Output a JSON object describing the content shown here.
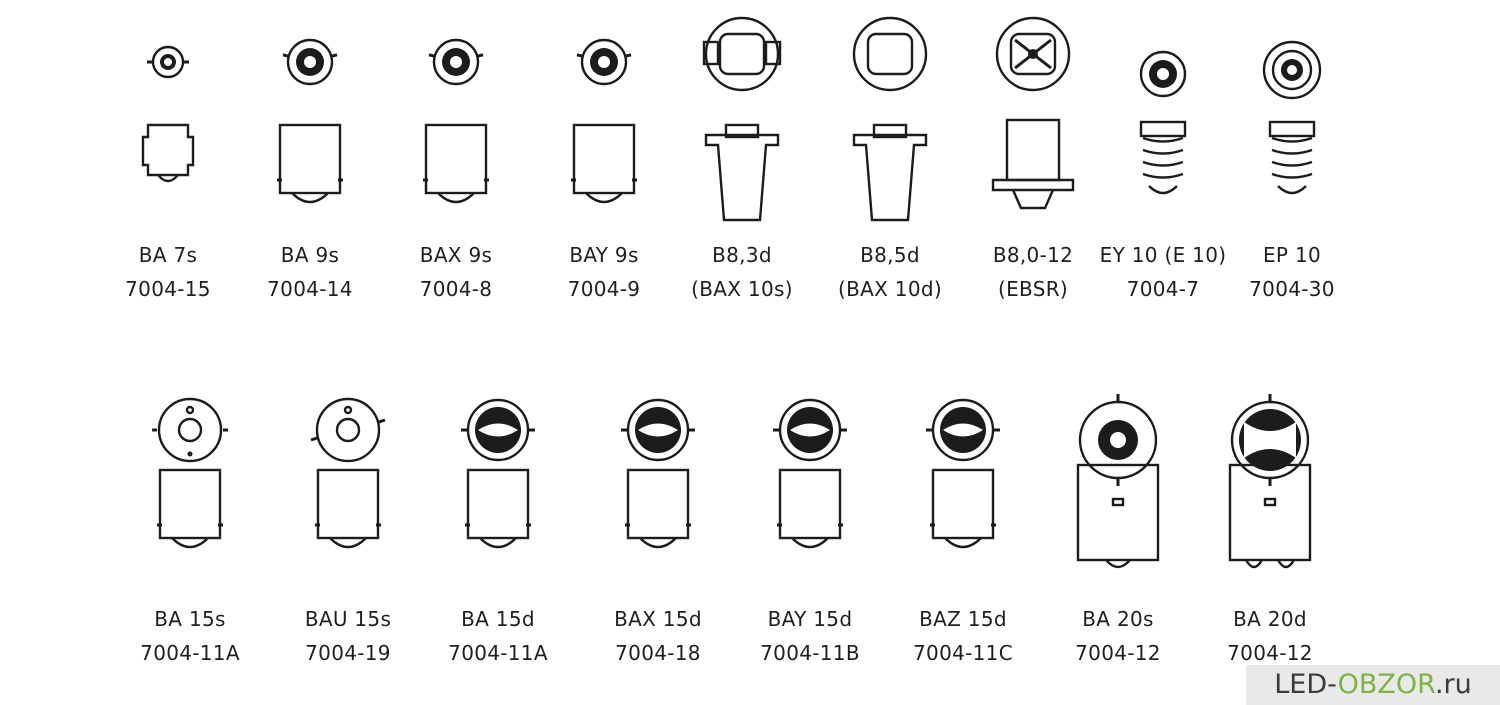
{
  "lamps": [
    {
      "code": "BA 7s",
      "number": "7004-15",
      "top": "ring-small",
      "side": "small-step"
    },
    {
      "code": "BA 9s",
      "number": "7004-14",
      "top": "ring",
      "side": "bulb"
    },
    {
      "code": "BAX 9s",
      "number": "7004-8",
      "top": "ring",
      "side": "bulb"
    },
    {
      "code": "BAY 9s",
      "number": "7004-9",
      "top": "ring",
      "side": "bulb"
    },
    {
      "code": "B8,3d",
      "number": "(BAX 10s)",
      "top": "wedge-a",
      "side": "wedge"
    },
    {
      "code": "B8,5d",
      "number": "(BAX 10d)",
      "top": "wedge-b",
      "side": "wedge"
    },
    {
      "code": "B8,0-12",
      "number": "(EBSR)",
      "top": "wedge-c",
      "side": "ebsr"
    },
    {
      "code": "EY 10 (E 10)",
      "number": "7004-7",
      "top": "screw-ring",
      "side": "screw"
    },
    {
      "code": "EP 10",
      "number": "7004-30",
      "top": "screw-ring2",
      "side": "screw"
    },
    {
      "code": "BA 15s",
      "number": "7004-11A",
      "top": "ring-plain",
      "side": "bulb"
    },
    {
      "code": "BAU 15s",
      "number": "7004-19",
      "top": "ring-plain-dot",
      "side": "bulb"
    },
    {
      "code": "BA 15d",
      "number": "7004-11A",
      "top": "double",
      "side": "bulb"
    },
    {
      "code": "BAX 15d",
      "number": "7004-18",
      "top": "double",
      "side": "bulb"
    },
    {
      "code": "BAY 15d",
      "number": "7004-11B",
      "top": "double",
      "side": "bulb"
    },
    {
      "code": "BAZ 15d",
      "number": "7004-11C",
      "top": "double",
      "side": "bulb"
    },
    {
      "code": "BA 20s",
      "number": "7004-12",
      "top": "big-ring",
      "side": "big-single"
    },
    {
      "code": "BA 20d",
      "number": "7004-12",
      "top": "big-x",
      "side": "big-double"
    }
  ],
  "watermark": {
    "prefix": "LED-",
    "accent": "OBZOR",
    "suffix": ".ru",
    "accent_color": "#7cb342"
  }
}
